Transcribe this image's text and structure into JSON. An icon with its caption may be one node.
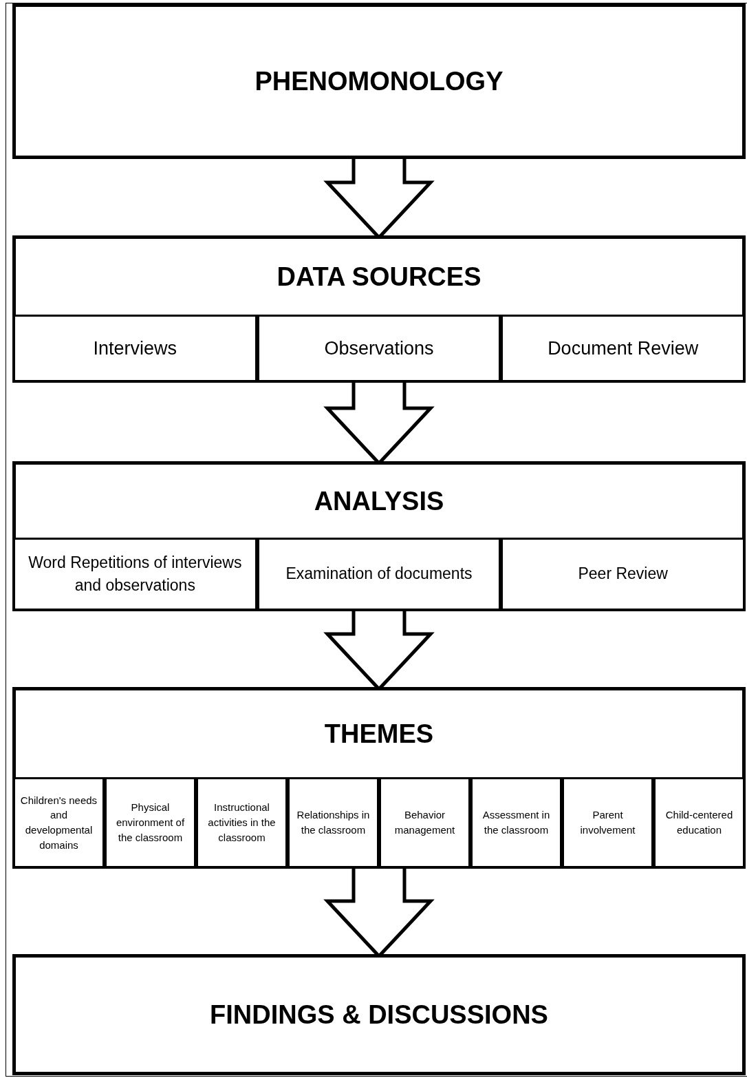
{
  "diagram": {
    "nodes": [
      {
        "text": [
          "PHENOMONOLOGY"
        ]
      },
      {
        "text": [
          "DATA SOURCES"
        ]
      },
      {
        "text": [
          "Interviews"
        ],
        "in": 1
      },
      {
        "text": [
          "Observations"
        ],
        "in": 1
      },
      {
        "text": [
          "Document Review"
        ],
        "in": 1
      },
      {
        "text": [
          "ANALYSIS"
        ]
      },
      {
        "text": [
          "Word Repetitions of interviews and observations"
        ],
        "in": 5
      },
      {
        "text": [
          "Examination of documents"
        ],
        "in": 5
      },
      {
        "text": [
          "Peer Review"
        ],
        "in": 5
      },
      {
        "text": [
          "THEMES"
        ]
      },
      {
        "text": [
          "Children's needs and developmental domains"
        ],
        "in": 9
      },
      {
        "text": [
          "Physical environment of the classroom"
        ],
        "in": 9
      },
      {
        "text": [
          "Instructional activities in the classroom"
        ],
        "in": 9
      },
      {
        "text": [
          "Relationships in the classroom"
        ],
        "in": 9
      },
      {
        "text": [
          "Behavior management"
        ],
        "in": 9
      },
      {
        "text": [
          "Assessment in the classroom"
        ],
        "in": 9
      },
      {
        "text": [
          "Parent involvement"
        ],
        "in": 9
      },
      {
        "text": [
          "Child-centered education"
        ],
        "in": 9
      },
      {
        "text": [
          "FINDINGS & DISCUSSIONS"
        ]
      }
    ],
    "edges": [
      {
        "from": 0,
        "to": 1,
        "arrow": "to"
      },
      {
        "from": 1,
        "to": 5,
        "arrow": "to"
      },
      {
        "from": 5,
        "to": 9,
        "arrow": "to"
      },
      {
        "from": 9,
        "to": 18,
        "arrow": "to"
      }
    ]
  }
}
